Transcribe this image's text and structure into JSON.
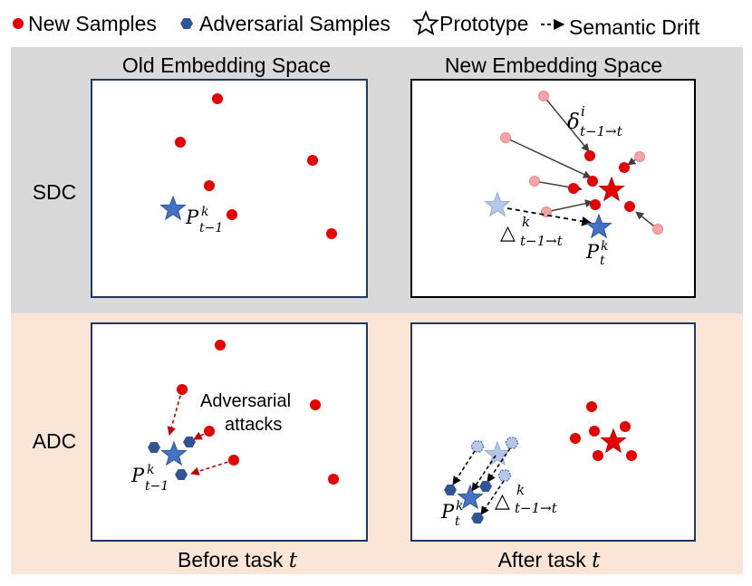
{
  "legend": {
    "new_samples": "New Samples",
    "adversarial_samples": "Adversarial Samples",
    "prototype": "Prototype",
    "semantic_drift": "Semantic Drift"
  },
  "headers": {
    "old_space": "Old Embedding Space",
    "new_space": "New Embedding Space"
  },
  "rows": {
    "sdc": "SDC",
    "adc": "ADC"
  },
  "annotations": {
    "adversarial_line1": "Adversarial",
    "adversarial_line2": "attacks"
  },
  "math": {
    "p": "P",
    "k": "k",
    "t_minus_1": "t−1",
    "t": "t",
    "delta_lower": "δ",
    "i": "i",
    "delta_upper": "△",
    "t1_to_t": "t−1→t"
  },
  "footers": {
    "before": "Before task",
    "after": "After task",
    "task_var": "t"
  },
  "colors": {
    "sdc_band": "#d9d9d9",
    "adc_band": "#fbe5d6",
    "panel_border": "#1f3864",
    "new_sample": "#e60000",
    "faded_sample": "#f4a6a6",
    "prototype": "#4472c4",
    "faded_prototype": "#b4c7e7",
    "adversarial": "#2f5597",
    "drift_arrow": "#404040",
    "attack_arrow": "#c00000"
  }
}
